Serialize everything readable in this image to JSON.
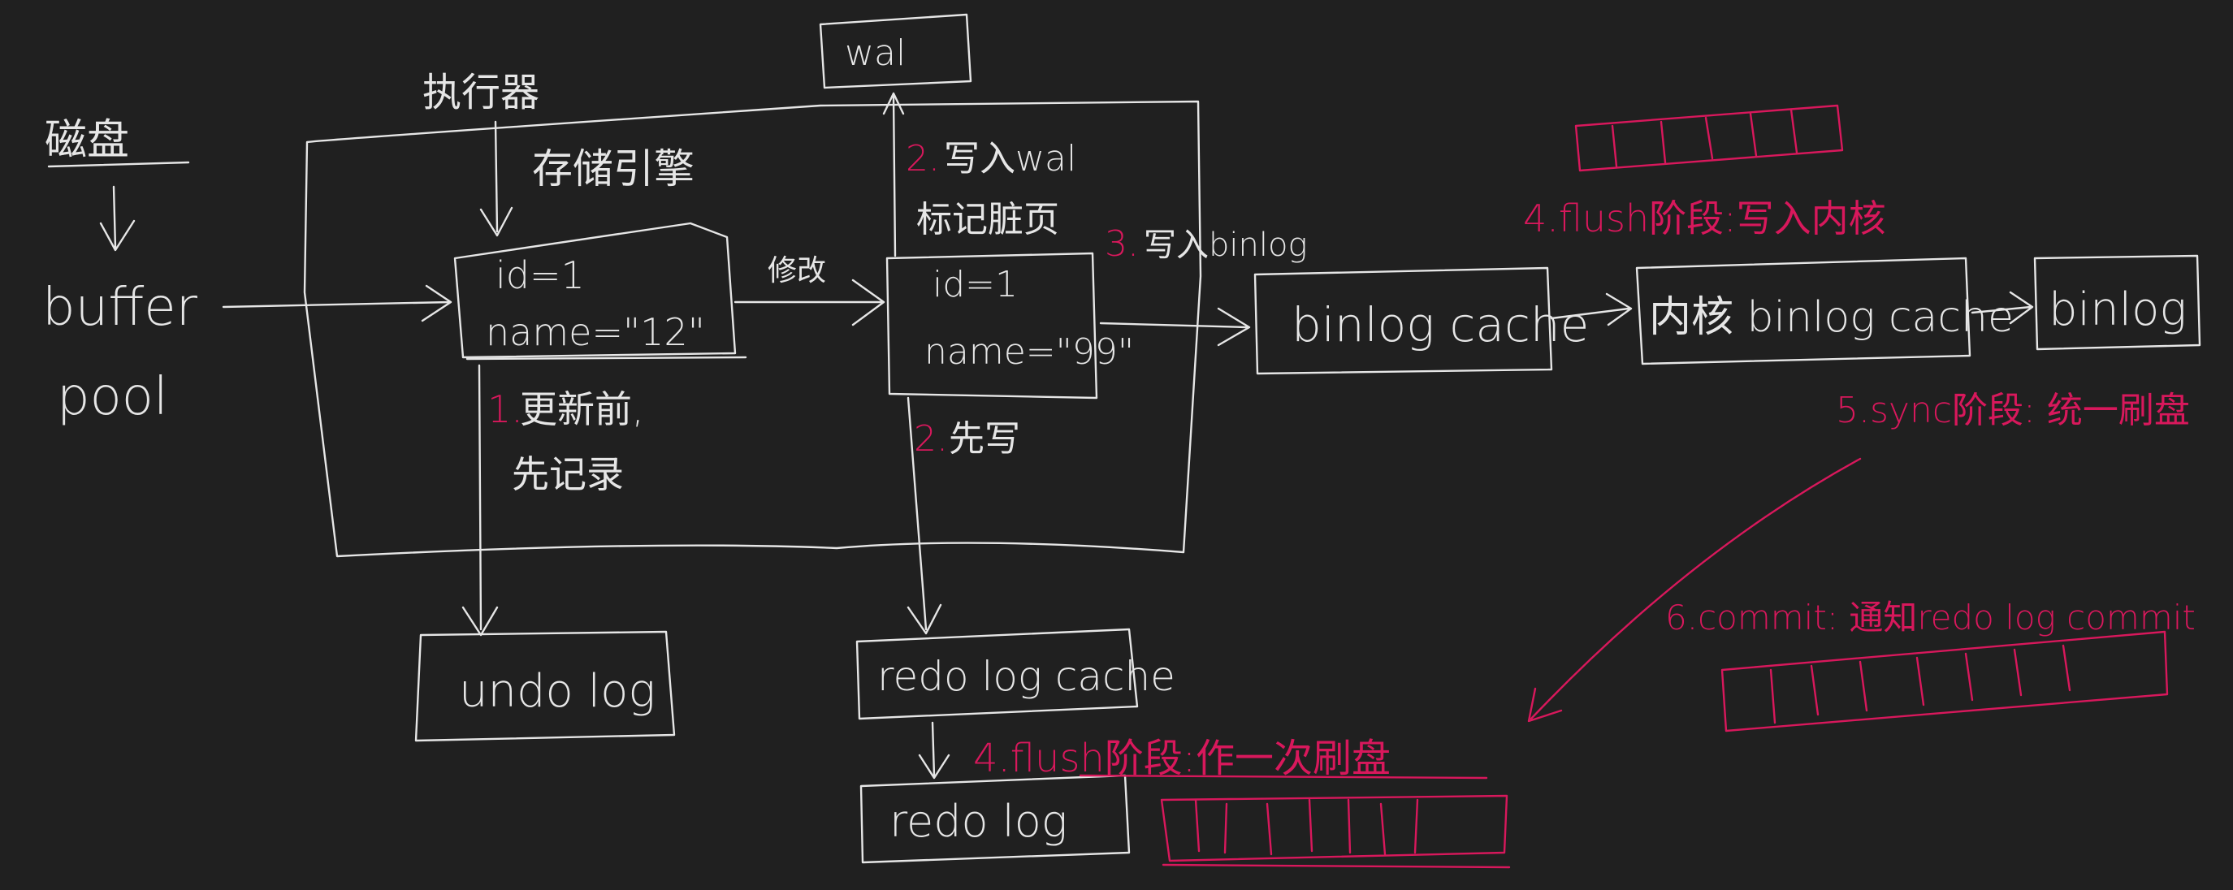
{
  "canvas": {
    "background": "#202020",
    "ink": "#e6e6e6",
    "accent": "#d8185c"
  },
  "labels": {
    "disk": "磁盘",
    "buffer": "buffer",
    "pool": "pool",
    "executor": "执行器",
    "storage_engine": "存储引擎",
    "wal": "wal",
    "row_before_id": "id=1",
    "row_before_name": "name=\"12\"",
    "modify": "修改",
    "row_after_id": "id=1",
    "row_after_name": "name=\"99\"",
    "step2_write_wal_num": "2.",
    "step2_write_wal": "写入wal",
    "mark_dirty": "标记脏页",
    "step1_num": "1.",
    "step1_line1": "更新前,",
    "step1_line2": "先记录",
    "step2_first_num": "2.",
    "step2_first": "先写",
    "step3": "3.写入binlog",
    "binlog_cache": "binlog cache",
    "kernel_binlog_cache": "内核 binlog cache",
    "binlog": "binlog",
    "flush_kernel": "4.flush阶段:写入内核",
    "sync_stage": "5.sync阶段: 统一刷盘",
    "commit_stage": "6.commit: 通知redo log commit",
    "undo_log": "undo log",
    "redo_log_cache": "redo log cache",
    "redo_log": "redo log",
    "flush_redo": "4.flush阶段:作一次刷盘"
  }
}
